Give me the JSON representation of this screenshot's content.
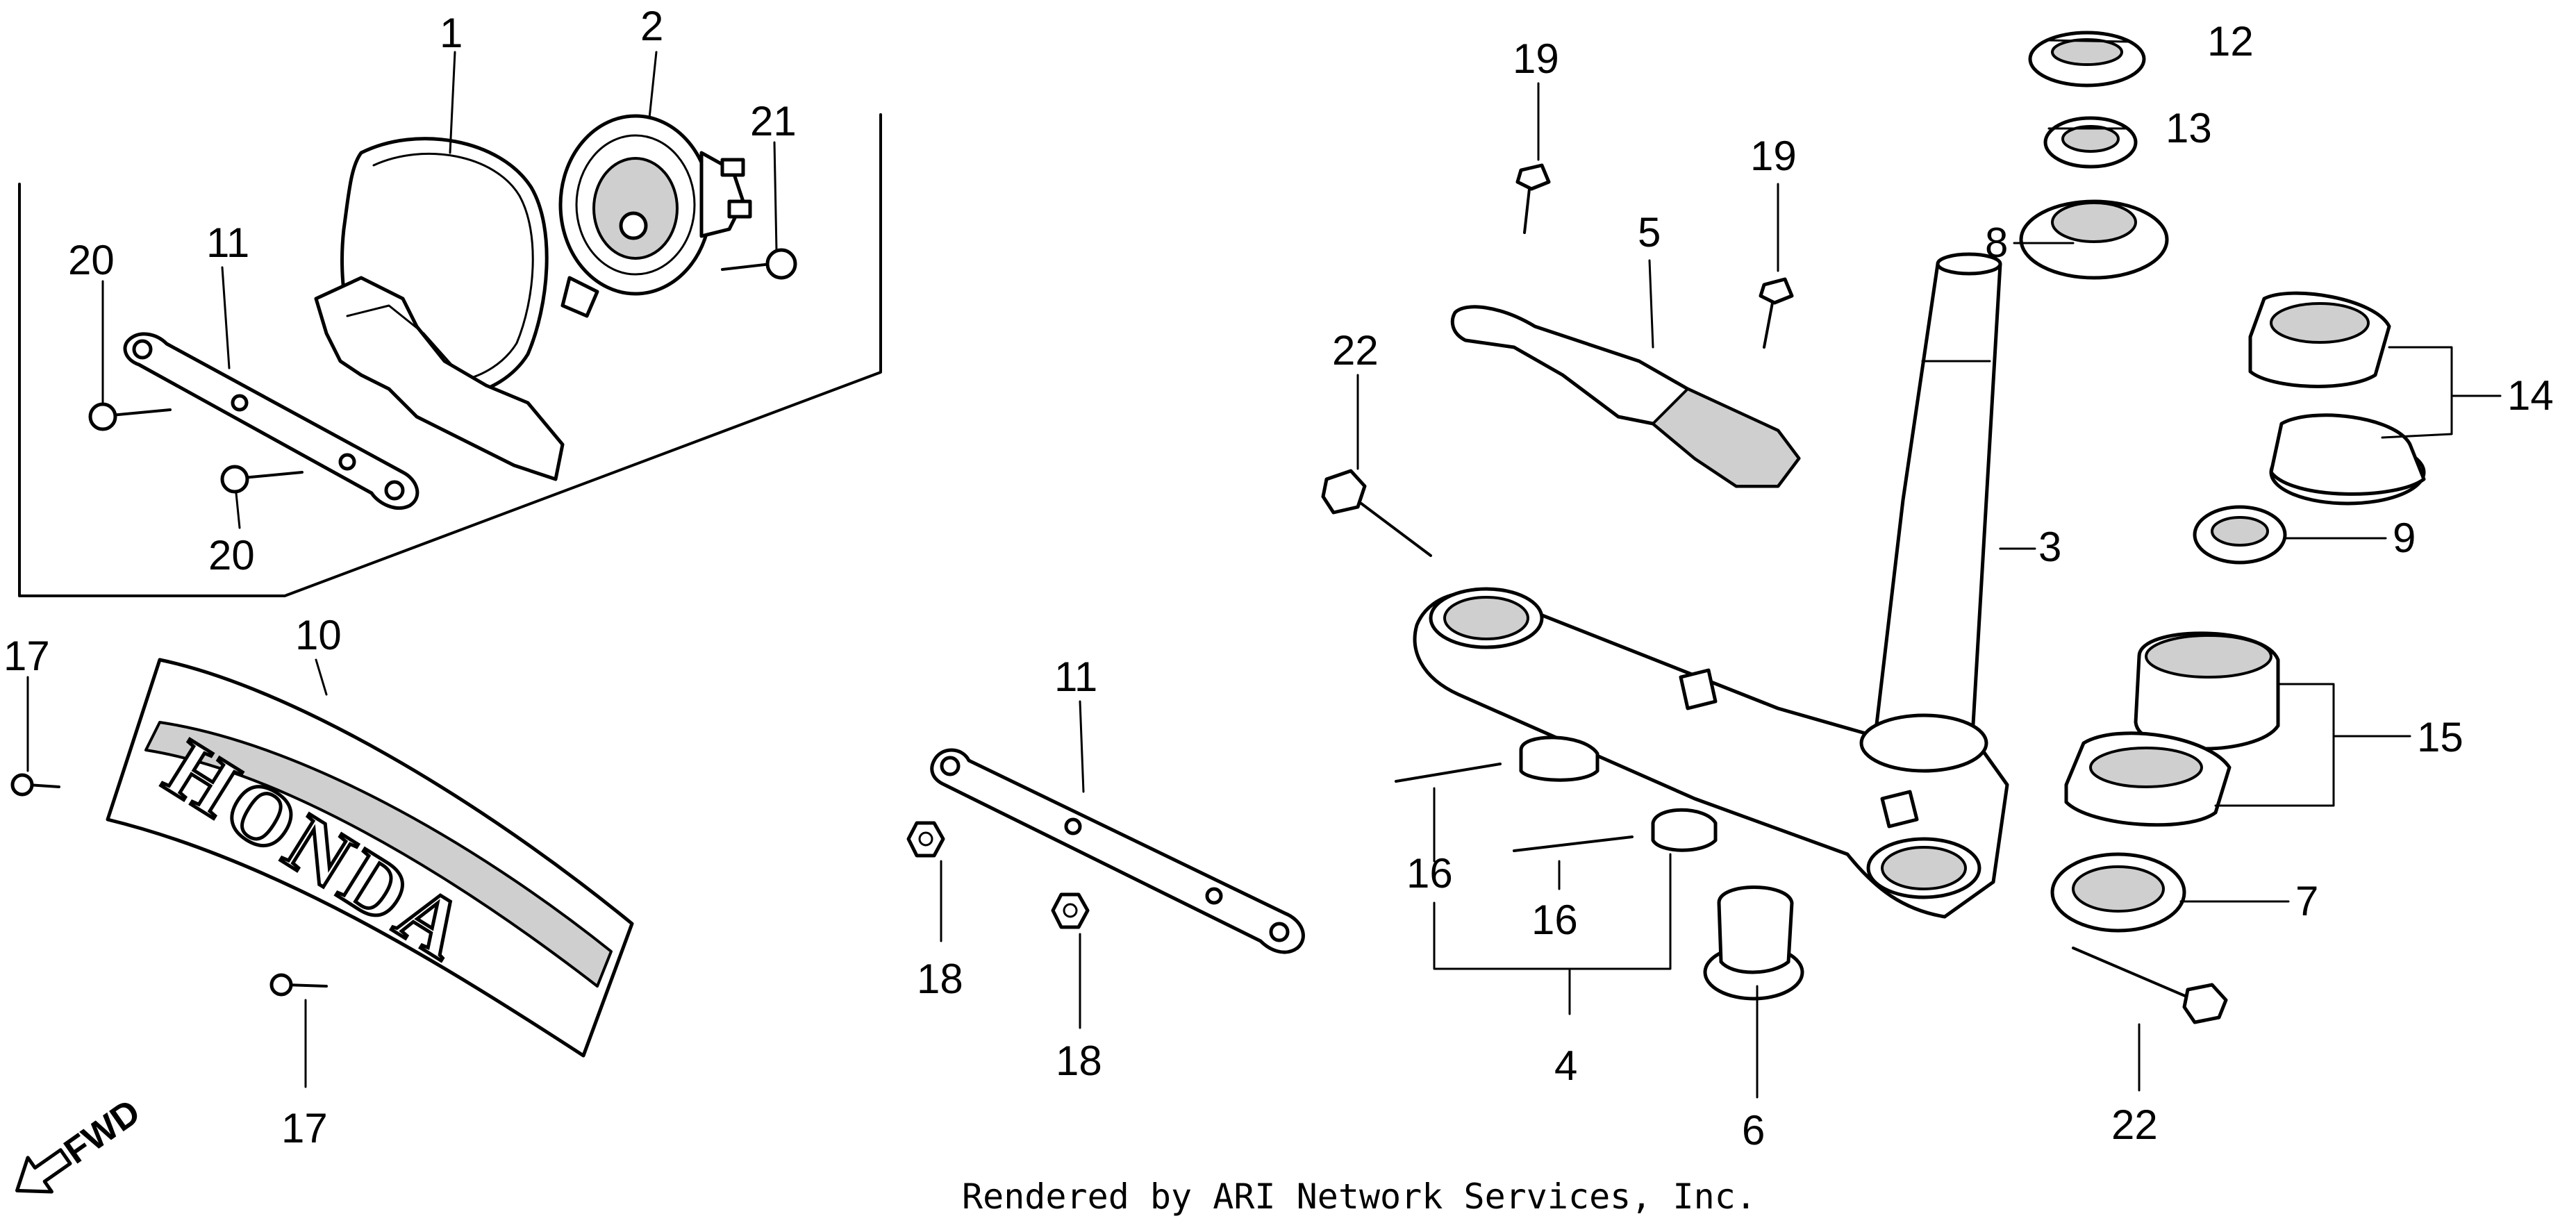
{
  "diagram": {
    "brand_text": "HONDA",
    "direction_label": "FWD",
    "footer_text": "Rendered by ARI Network Services, Inc.",
    "callouts": [
      "1",
      "2",
      "3",
      "4",
      "5",
      "6",
      "7",
      "8",
      "9",
      "10",
      "11",
      "11",
      "12",
      "13",
      "14",
      "15",
      "16",
      "16",
      "17",
      "17",
      "18",
      "18",
      "19",
      "19",
      "20",
      "20",
      "21",
      "22",
      "22"
    ]
  }
}
